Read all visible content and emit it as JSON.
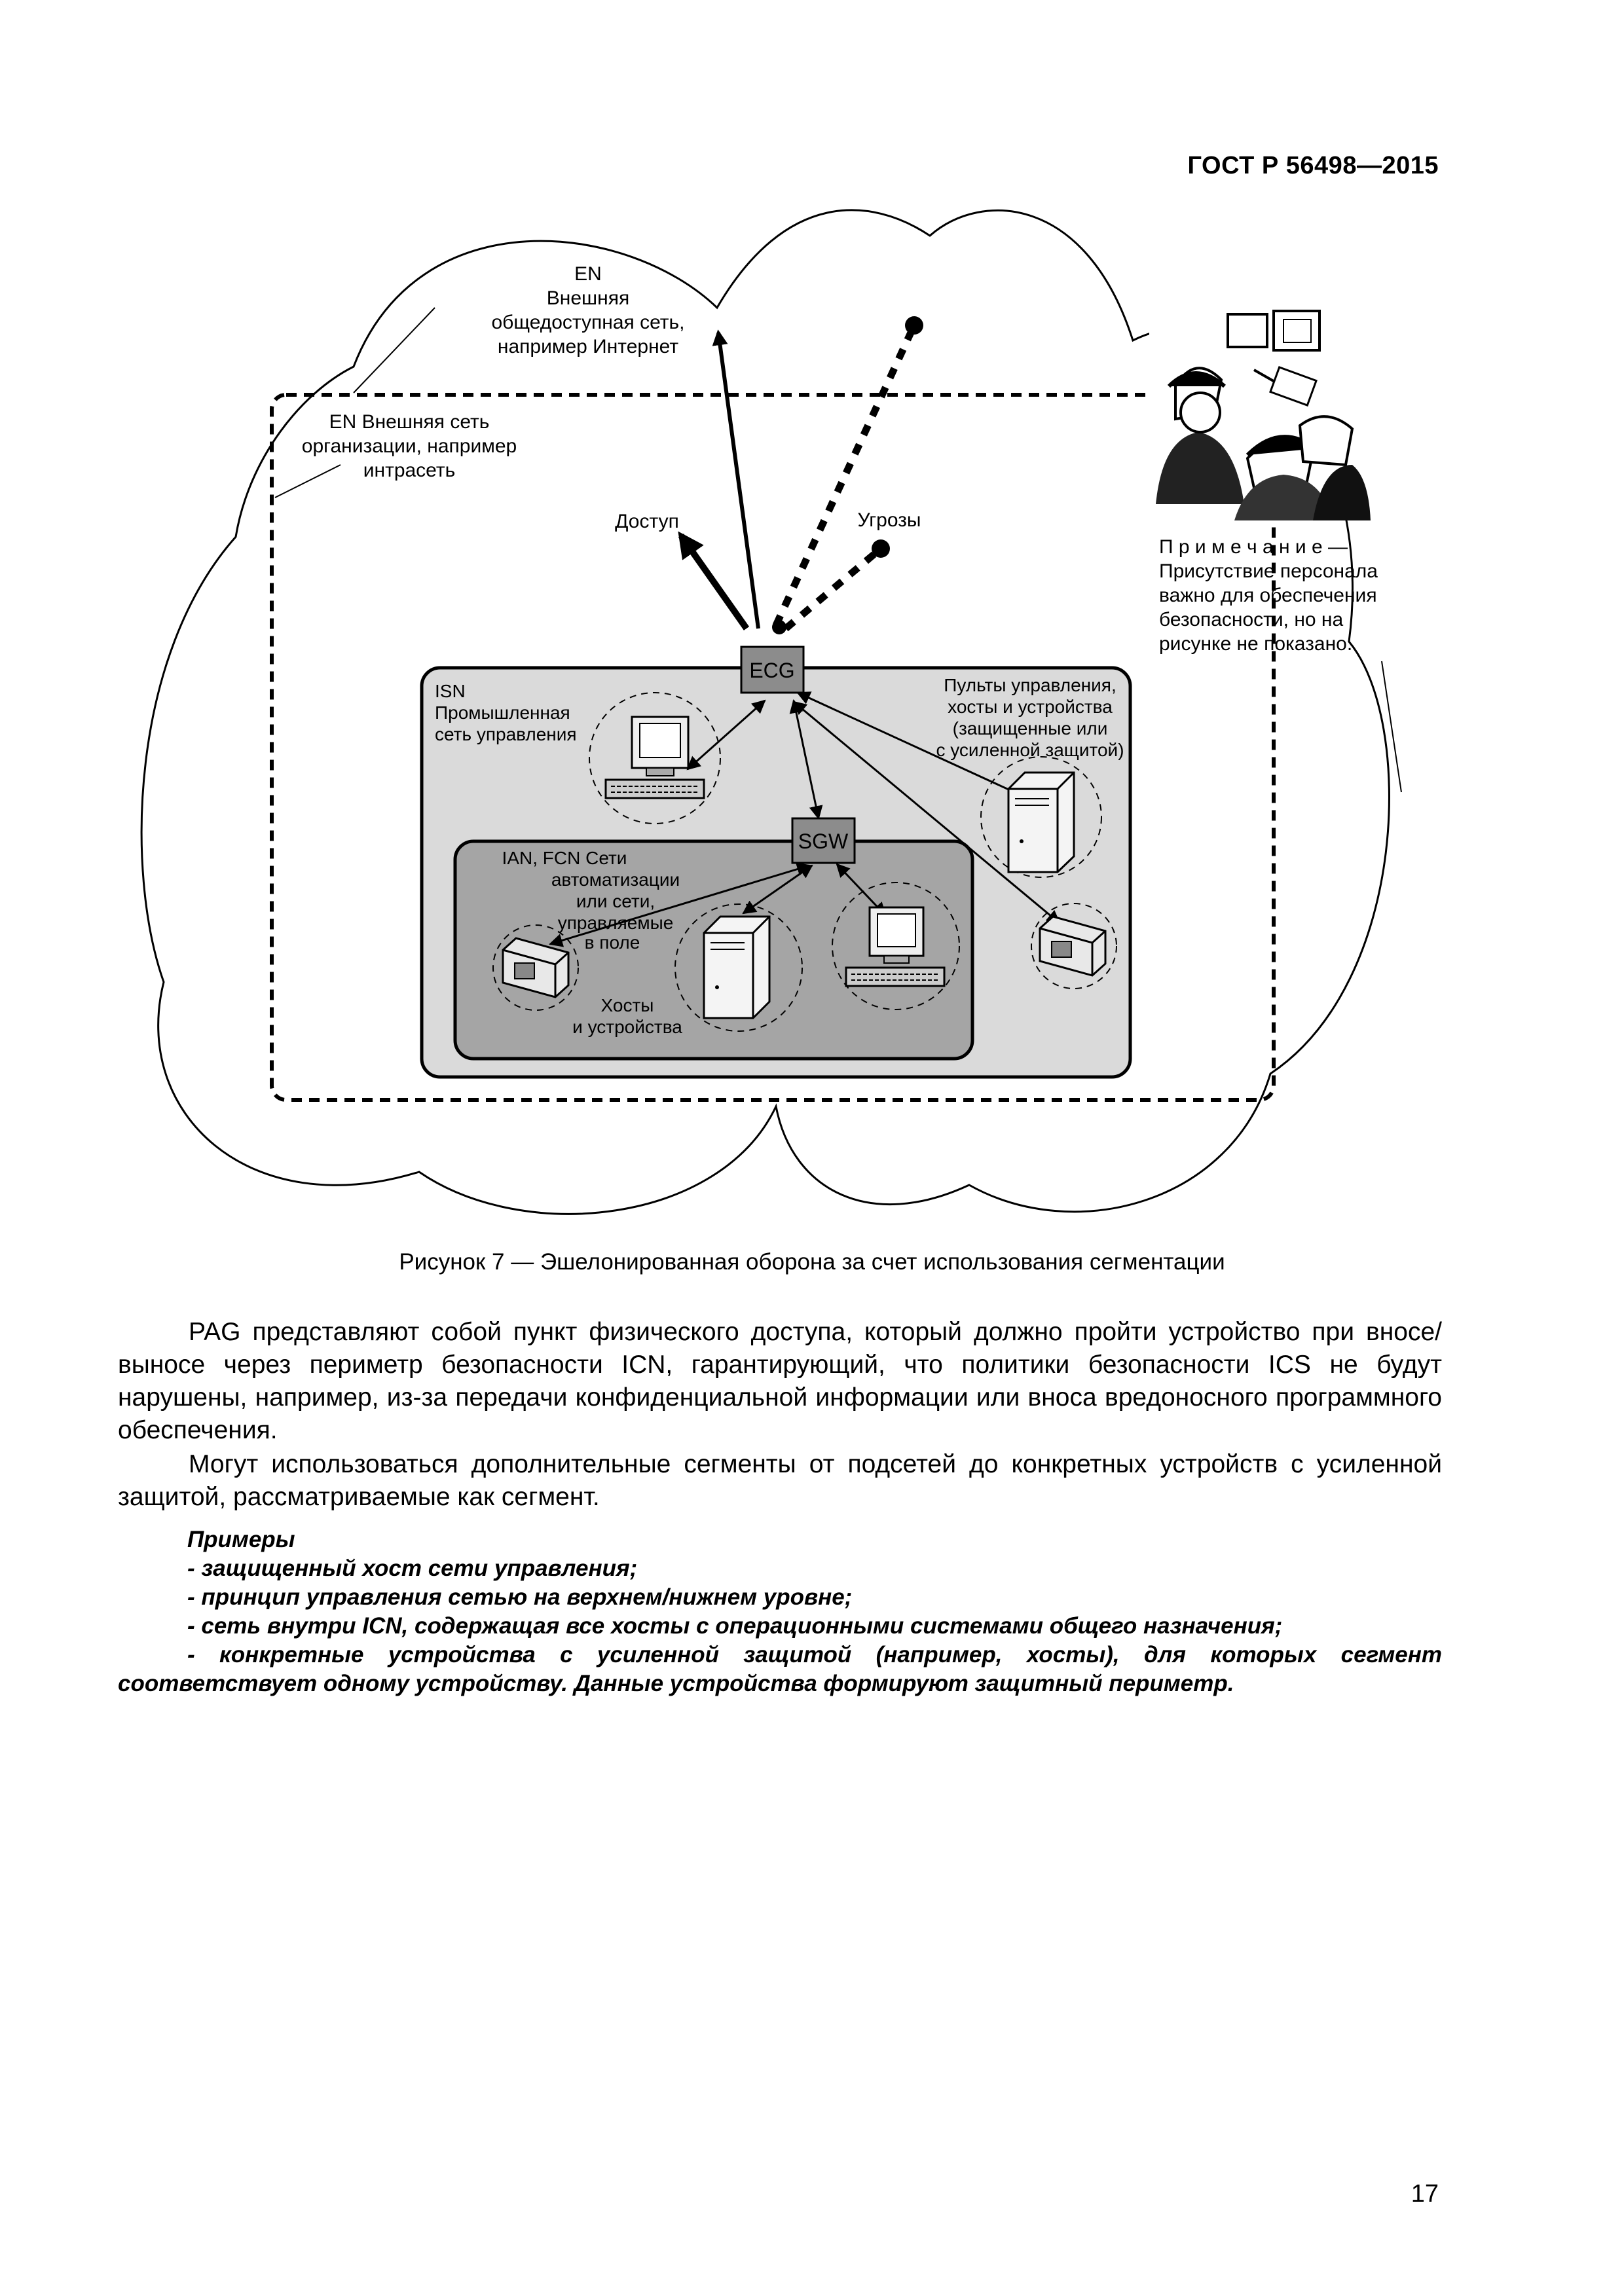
{
  "header": {
    "doc_id": "ГОСТ Р 56498—2015"
  },
  "figure": {
    "en_public": [
      "EN",
      "Внешняя",
      "общедоступная сеть,",
      "например  Интернет"
    ],
    "en_org": [
      "EN  Внешняя сеть",
      "организации, например",
      "интрасеть"
    ],
    "access": "Доступ",
    "threats": "Угрозы",
    "ecg": "ECG",
    "sgw": "SGW",
    "isn": [
      "ISN",
      "Промышленная",
      "сеть управления"
    ],
    "consoles": [
      "Пульты управления,",
      "хосты и устройства",
      "(защищенные или",
      "с усиленной защитой)"
    ],
    "ian": [
      "IAN, FCN   Сети",
      "автоматизации",
      "или сети,",
      "управляемые",
      "в поле"
    ],
    "hosts": [
      "Хосты",
      "и устройства"
    ],
    "note": [
      "П р и м е ч а н и е —",
      "Присутствие персонала",
      "важно для обеспечения",
      "безопасности, но на",
      "рисунке не показано."
    ],
    "caption": "Рисунок 7 — Эшелонированная оборона за счет использования сегментации"
  },
  "body": {
    "para1": "PAG представляют собой пункт физического доступа, который должно пройти устройство при вносе/выносе через периметр безопасности ICN, гарантирующий, что политики безопасности ICS не будут нарушены, например, из-за передачи конфиденциальной информации или вноса вредоносного программного обеспечения.",
    "para2": "Могут использоваться дополнительные сегменты от подсетей до конкретных устройств с усиленной защитой, рассматриваемые как сегмент.",
    "examples_title": "Примеры",
    "examples": [
      "- защищенный хост сети управления;",
      "- принцип управления сетью на верхнем/нижнем уровне;",
      "- сеть внутри ICN, содержащая все хосты с операционными системами общего назначения;",
      "- конкретные устройства с усиленной защитой (например, хосты), для которых сегмент соответствует одному устройству. Данные устройства формируют защитный периметр."
    ]
  },
  "footer": {
    "page_number": "17"
  }
}
